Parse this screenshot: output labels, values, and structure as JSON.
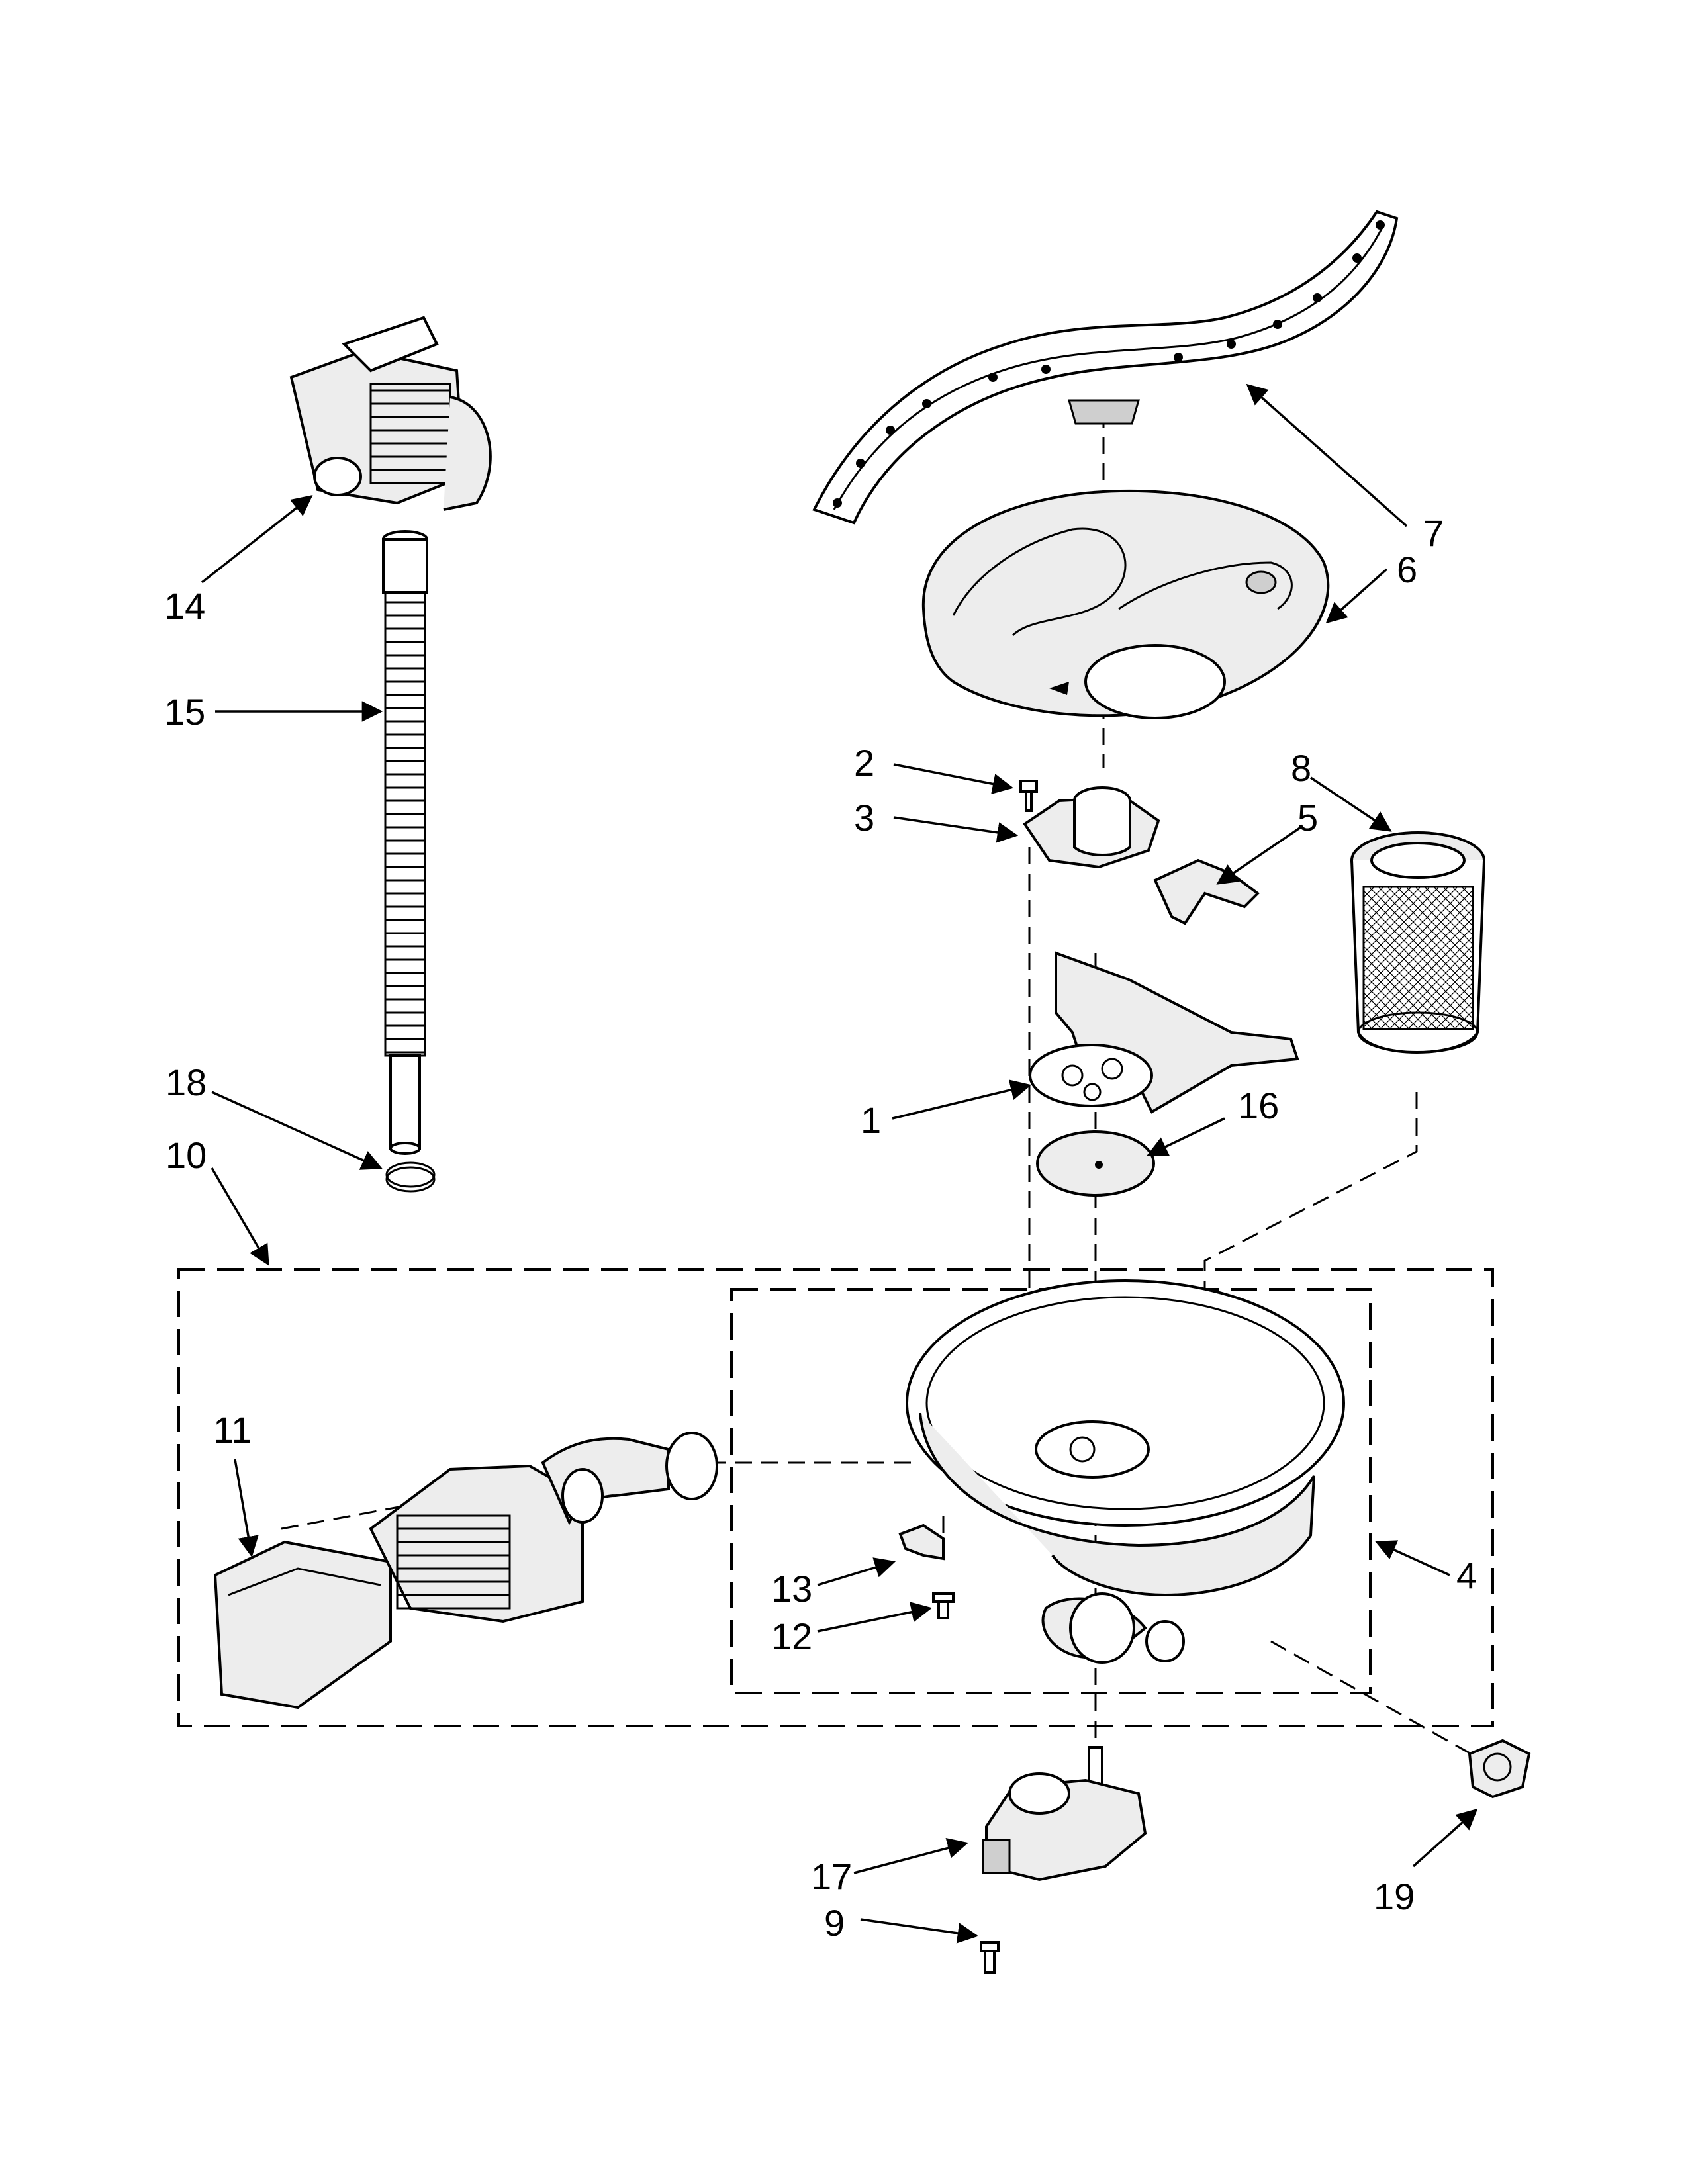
{
  "diagram": {
    "callouts": {
      "c1": "1",
      "c2": "2",
      "c3": "3",
      "c4": "4",
      "c5": "5",
      "c6": "6",
      "c7": "7",
      "c8": "8",
      "c9": "9",
      "c10": "10",
      "c11": "11",
      "c12": "12",
      "c13": "13",
      "c14": "14",
      "c15": "15",
      "c16": "16",
      "c17": "17",
      "c18": "18",
      "c19": "19"
    },
    "colors": {
      "ink": "#000000",
      "paper": "#ffffff",
      "shade": "#ededed"
    }
  }
}
